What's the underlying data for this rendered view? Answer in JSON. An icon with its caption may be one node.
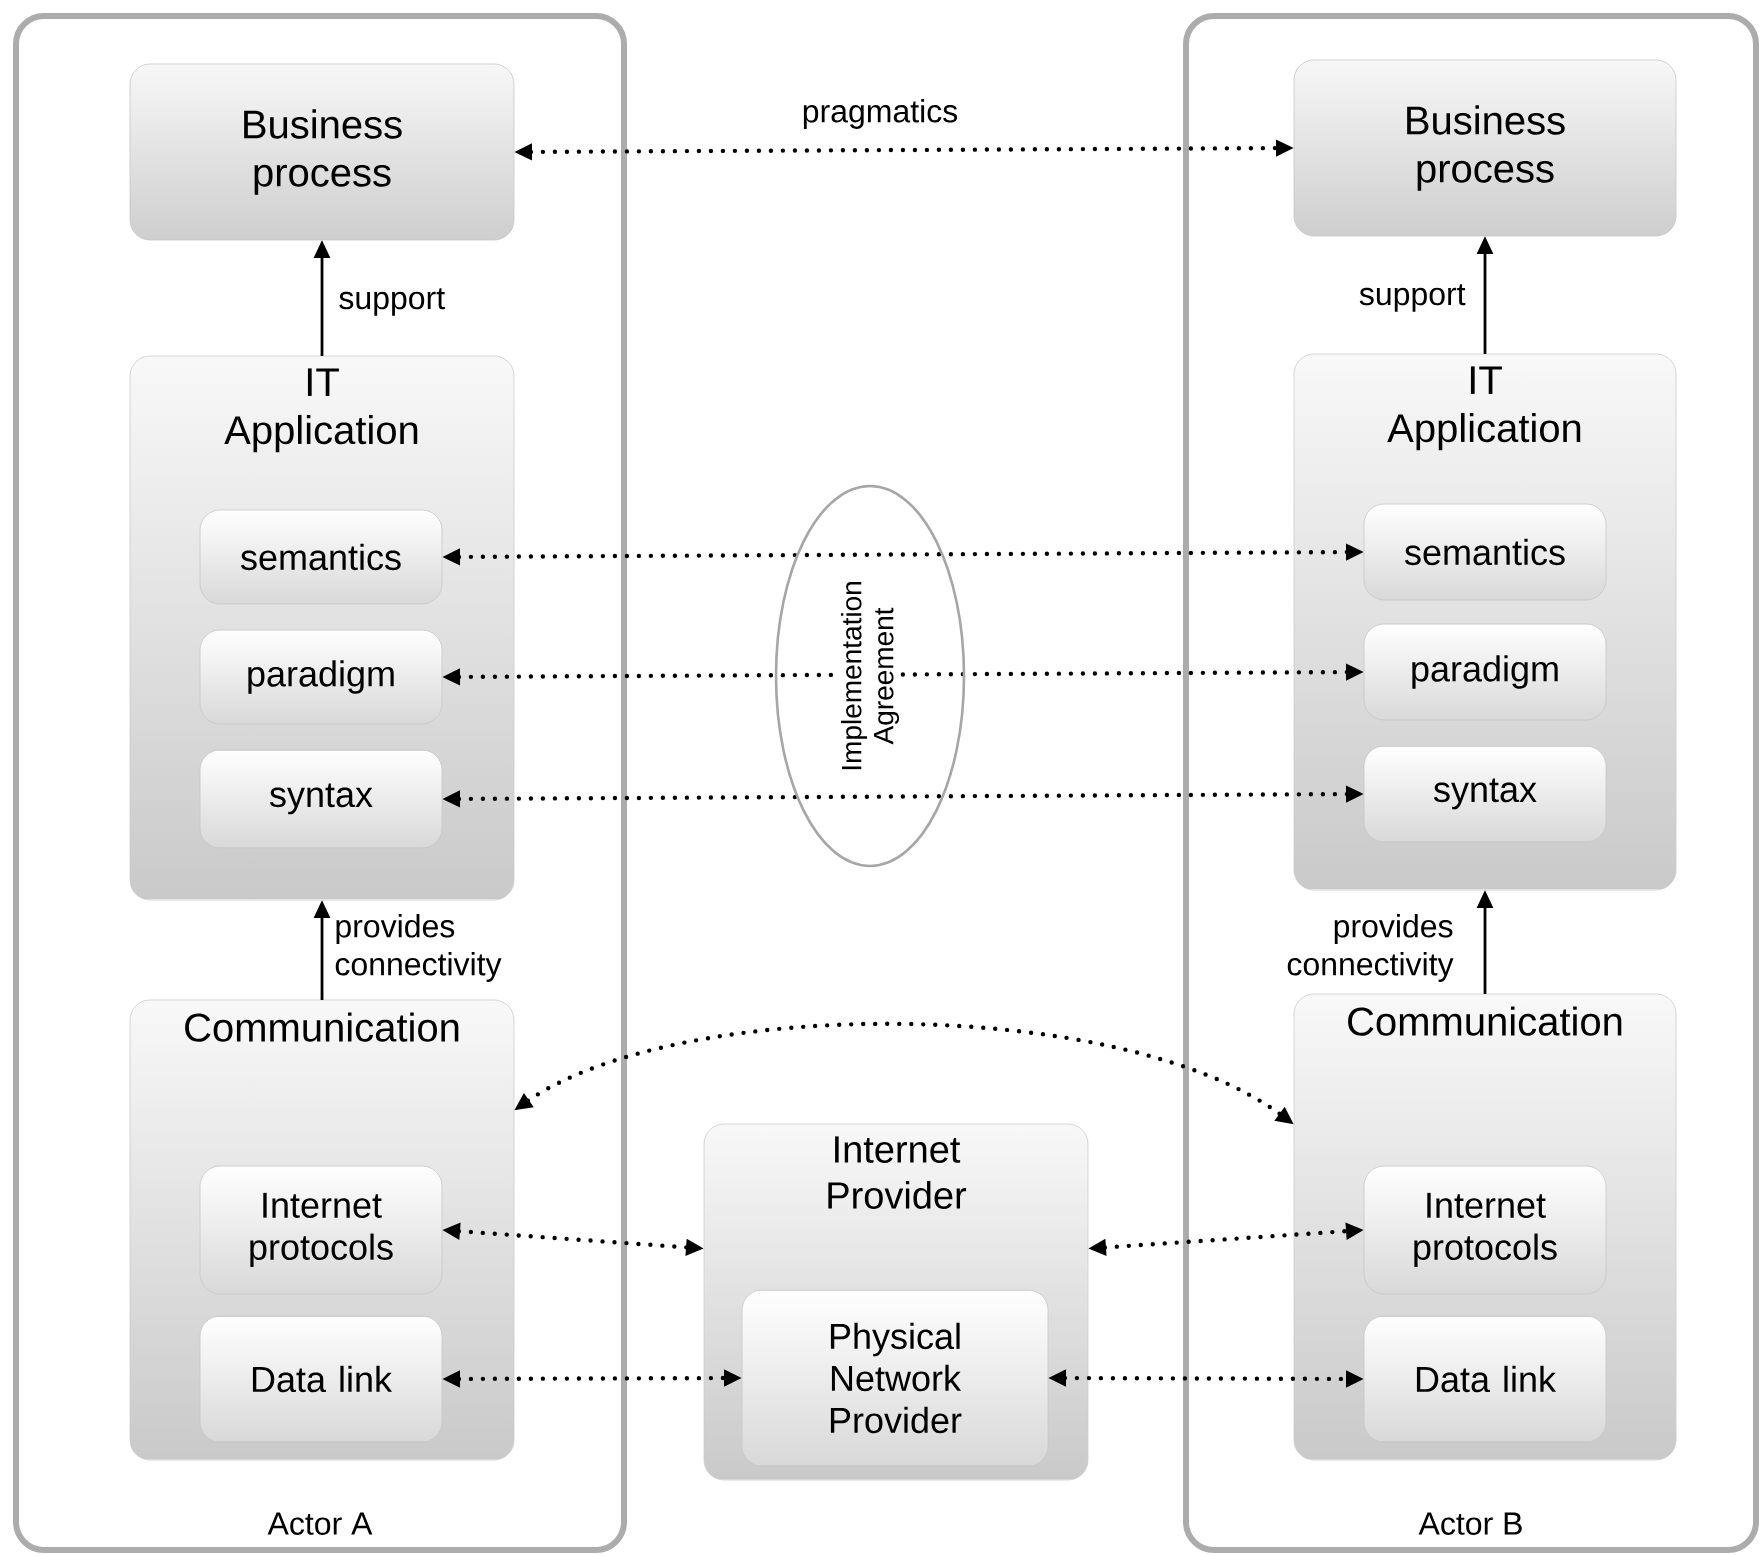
{
  "diagram": {
    "nodes": [
      {
        "text": [
          "Actor A"
        ]
      },
      {
        "text": [
          "Business process"
        ],
        "in": 0
      },
      {
        "text": [
          "IT Application"
        ],
        "in": 0
      },
      {
        "text": [
          "semantics"
        ],
        "in": 2
      },
      {
        "text": [
          "paradigm"
        ],
        "in": 2
      },
      {
        "text": [
          "syntax"
        ],
        "in": 2
      },
      {
        "text": [
          "Communication"
        ],
        "in": 0
      },
      {
        "text": [
          "Internet protocols"
        ],
        "in": 6
      },
      {
        "text": [
          "Data link"
        ],
        "in": 6
      },
      {
        "text": [
          "Internet Provider"
        ]
      },
      {
        "text": [
          "Physical Network Provider"
        ],
        "in": 9
      },
      {
        "text": [
          "Actor B"
        ]
      },
      {
        "text": [
          "Business process"
        ],
        "in": 11
      },
      {
        "text": [
          "IT Application"
        ],
        "in": 11
      },
      {
        "text": [
          "semantics"
        ],
        "in": 13
      },
      {
        "text": [
          "paradigm"
        ],
        "in": 13
      },
      {
        "text": [
          "syntax"
        ],
        "in": 13
      },
      {
        "text": [
          "Communication"
        ],
        "in": 11
      },
      {
        "text": [
          "Internet protocols"
        ],
        "in": 17
      },
      {
        "text": [
          "Data link"
        ],
        "in": 17
      }
    ],
    "edges": [
      {
        "from": 1,
        "to": 12,
        "arrow": "both",
        "label": "pragmatics",
        "style": "dashed"
      },
      {
        "from": 2,
        "to": 1,
        "arrow": "to",
        "label": "support"
      },
      {
        "from": 13,
        "to": 12,
        "arrow": "to",
        "label": "support"
      },
      {
        "from": 3,
        "to": 14,
        "arrow": "both",
        "style": "dashed"
      },
      {
        "from": 4,
        "to": 15,
        "arrow": "both",
        "style": "dashed"
      },
      {
        "from": 5,
        "to": 16,
        "arrow": "both",
        "style": "dashed"
      },
      {
        "from": 6,
        "to": 2,
        "arrow": "to",
        "label": "provides connectivity"
      },
      {
        "from": 17,
        "to": 13,
        "arrow": "to",
        "label": "provides connectivity"
      },
      {
        "from": 6,
        "to": 17,
        "arrow": "both",
        "style": "dashed"
      },
      {
        "from": 7,
        "to": 9,
        "arrow": "both",
        "style": "dashed"
      },
      {
        "from": 9,
        "to": 18,
        "arrow": "both",
        "style": "dashed"
      },
      {
        "from": 8,
        "to": 10,
        "arrow": "both",
        "style": "dashed"
      },
      {
        "from": 10,
        "to": 19,
        "arrow": "both",
        "style": "dashed"
      }
    ],
    "labels": [
      "Implementation Agreement"
    ]
  }
}
